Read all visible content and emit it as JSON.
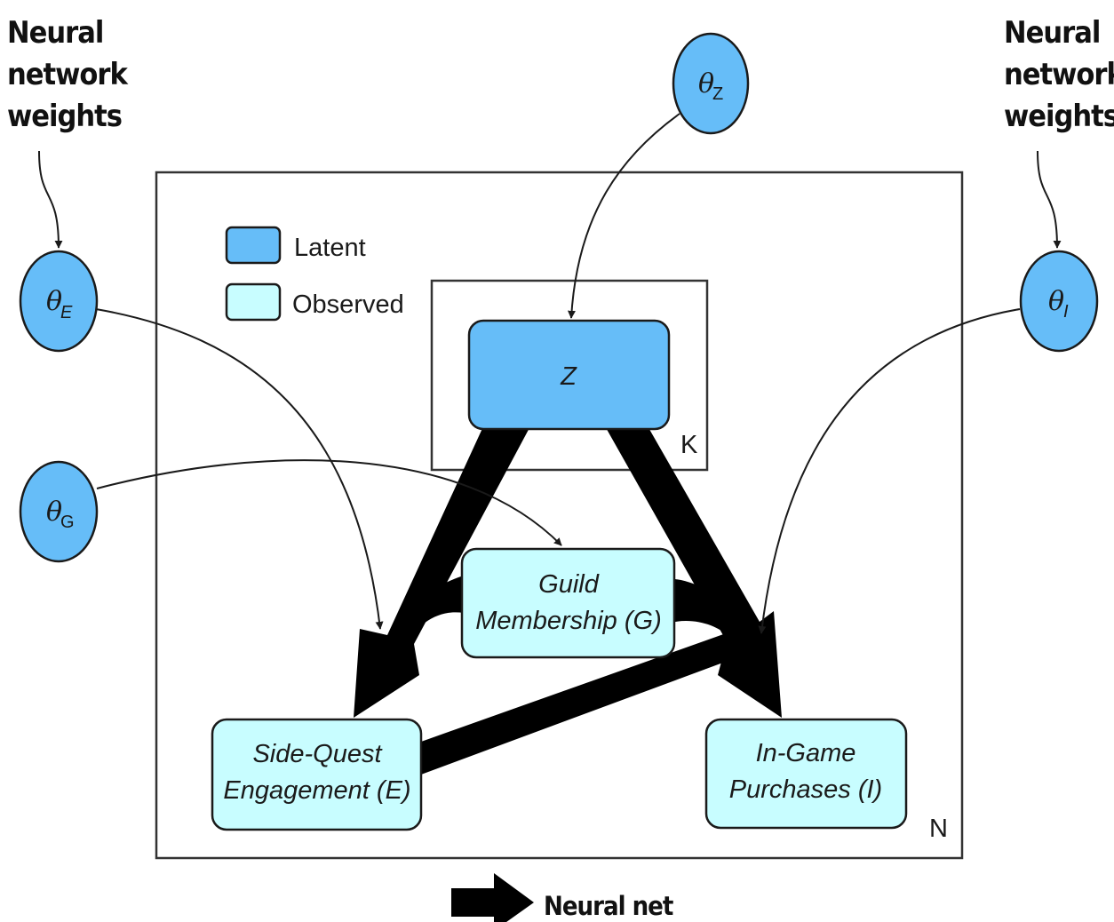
{
  "colors": {
    "latent_fill": "#66bdf8",
    "observed_fill": "#c8fdff",
    "stroke": "#1a1a1a",
    "neural_net_arrow": "#000000"
  },
  "annotations": {
    "left_weights": [
      "Neural",
      "network",
      "weights"
    ],
    "right_weights": [
      "Neural",
      "network",
      "weights"
    ]
  },
  "legend": {
    "latent_label": "Latent",
    "observed_label": "Observed",
    "neural_net_label": "Neural net"
  },
  "plates": {
    "outer_label": "N",
    "inner_label": "K"
  },
  "parameters": {
    "theta_z": {
      "symbol": "θ",
      "subscript": "Z"
    },
    "theta_e": {
      "symbol": "θ",
      "subscript": "E"
    },
    "theta_g": {
      "symbol": "θ",
      "subscript": "G"
    },
    "theta_i": {
      "symbol": "θ",
      "subscript": "I"
    }
  },
  "nodes": {
    "z": {
      "label": "Z",
      "type": "latent"
    },
    "guild": {
      "lines": [
        "Guild",
        "Membership (G)"
      ],
      "type": "observed"
    },
    "side_quest": {
      "lines": [
        "Side-Quest",
        "Engagement (E)"
      ],
      "type": "observed"
    },
    "in_game": {
      "lines": [
        "In-Game",
        "Purchases (I)"
      ],
      "type": "observed"
    }
  },
  "edges": [
    {
      "from": "Z",
      "to": "E",
      "kind": "neural-net"
    },
    {
      "from": "Z",
      "to": "I",
      "kind": "neural-net"
    },
    {
      "from": "G",
      "to": "E",
      "kind": "neural-net"
    },
    {
      "from": "G",
      "to": "I",
      "kind": "neural-net"
    },
    {
      "from": "E",
      "to": "I",
      "kind": "neural-net"
    },
    {
      "from": "θZ",
      "to": "Z",
      "kind": "parameter"
    },
    {
      "from": "θE",
      "to": "E",
      "kind": "parameter"
    },
    {
      "from": "θG",
      "to": "G",
      "kind": "parameter"
    },
    {
      "from": "θI",
      "to": "I",
      "kind": "parameter"
    }
  ]
}
